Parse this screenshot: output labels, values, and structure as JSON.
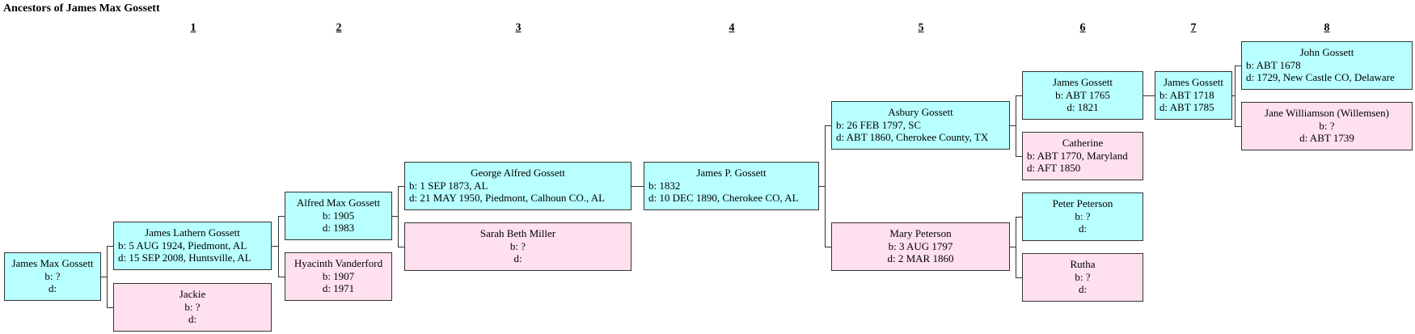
{
  "title": "Ancestors of James Max Gossett",
  "generations": [
    "1",
    "2",
    "3",
    "4",
    "5",
    "6",
    "7",
    "8"
  ],
  "people": {
    "james_max": {
      "name": "James Max Gossett",
      "b": "b: ?",
      "d": "d:"
    },
    "james_lathern": {
      "name": "James Lathern Gossett",
      "b": "b: 5 AUG 1924, Piedmont, AL",
      "d": "d: 15 SEP 2008, Huntsville, AL"
    },
    "jackie": {
      "name": "Jackie",
      "b": "b: ?",
      "d": "d:"
    },
    "alfred_max": {
      "name": "Alfred Max Gossett",
      "b": "b: 1905",
      "d": "d: 1983"
    },
    "hyacinth": {
      "name": "Hyacinth Vanderford",
      "b": "b: 1907",
      "d": "d: 1971"
    },
    "george_alfred": {
      "name": "George Alfred Gossett",
      "b": "b: 1 SEP 1873, AL",
      "d": "d: 21 MAY 1950, Piedmont, Calhoun CO., AL"
    },
    "sarah_beth": {
      "name": "Sarah Beth Miller",
      "b": "b: ?",
      "d": "d:"
    },
    "james_p": {
      "name": "James P. Gossett",
      "b": "b: 1832",
      "d": "d: 10 DEC 1890, Cherokee CO, AL"
    },
    "asbury": {
      "name": "Asbury Gossett",
      "b": "b: 26 FEB 1797, SC",
      "d": "d: ABT 1860, Cherokee County, TX"
    },
    "mary_peterson": {
      "name": "Mary Peterson",
      "b": "b: 3 AUG 1797",
      "d": "d: 2 MAR 1860"
    },
    "james_1765": {
      "name": "James Gossett",
      "b": "b: ABT 1765",
      "d": "d: 1821"
    },
    "catherine": {
      "name": "Catherine",
      "b": "b: ABT 1770, Maryland",
      "d": "d: AFT 1850"
    },
    "peter_peterson": {
      "name": "Peter Peterson",
      "b": "b: ?",
      "d": "d:"
    },
    "rutha": {
      "name": "Rutha",
      "b": "b: ?",
      "d": "d:"
    },
    "james_1718": {
      "name": "James Gossett",
      "b": "b: ABT 1718",
      "d": "d: ABT 1785"
    },
    "john": {
      "name": "John Gossett",
      "b": "b: ABT 1678",
      "d": "d: 1729, New Castle CO, Delaware"
    },
    "jane": {
      "name": "Jane Williamson (Willemsen)",
      "b": "b: ?",
      "d": "d: ABT 1739"
    }
  },
  "colors": {
    "male": "#b8ffff",
    "female": "#ffe0ef",
    "border": "#333333"
  }
}
